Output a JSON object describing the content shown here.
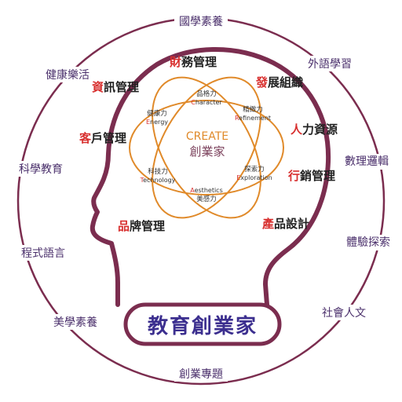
{
  "outer_ring": [
    "國學素養",
    "外語學習",
    "數理邏輯",
    "體驗探索",
    "社會人文",
    "創業專題",
    "美學素養",
    "程式語言",
    "科學教育",
    "健康樂活"
  ],
  "management": [
    {
      "first": "財",
      "rest": "務管理"
    },
    {
      "first": "發",
      "rest": "展組織"
    },
    {
      "first": "資",
      "rest": "訊管理"
    },
    {
      "first": "人",
      "rest": "力資源"
    },
    {
      "first": "客",
      "rest": "戶管理"
    },
    {
      "first": "行",
      "rest": "銷管理"
    },
    {
      "first": "產",
      "rest": "品設計"
    },
    {
      "first": "品",
      "rest": "牌管理"
    }
  ],
  "atom": {
    "center_en": "CREATE",
    "center_zh": "創業家",
    "nodes": [
      {
        "zh": "品格力",
        "first": "C",
        "rest": "haracter"
      },
      {
        "zh": "精緻力",
        "first": "R",
        "rest": "efinement"
      },
      {
        "zh": "健康力",
        "first": "E",
        "rest": "nergy"
      },
      {
        "zh": "探索力",
        "first": "E",
        "rest": "xploration"
      },
      {
        "zh": "科技力",
        "first": "T",
        "rest": "echnology"
      },
      {
        "zh": "美感力",
        "first": "A",
        "rest": "esthetics"
      }
    ]
  },
  "banner": "教育創業家",
  "colors": {
    "ring": "#7b2d4f",
    "head": "#7b2d4f",
    "atom": "#e08a2a",
    "accent": "#d8302f",
    "outer_text": "#4a2f6b",
    "banner_text": "#3c2f8f"
  }
}
